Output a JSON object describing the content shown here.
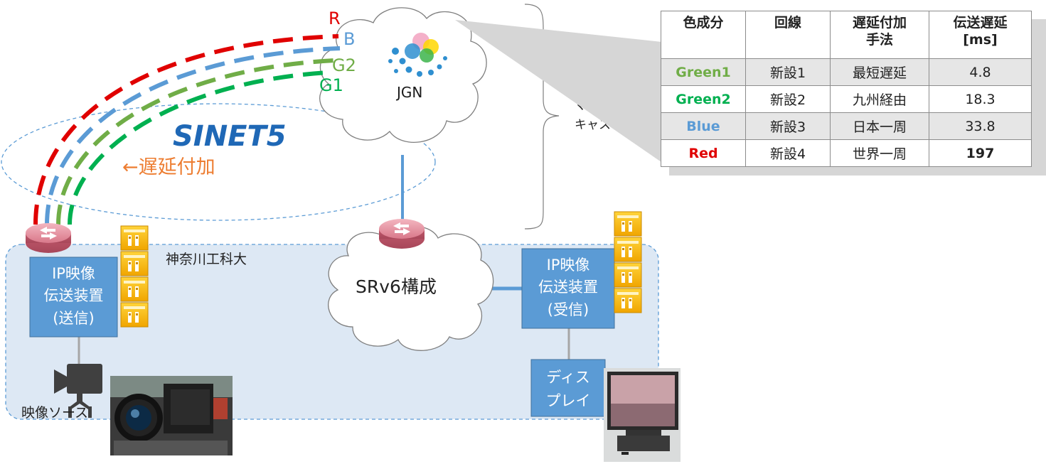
{
  "arc_labels": {
    "r": "R",
    "b": "B",
    "g2": "G2",
    "g1": "G1"
  },
  "colors": {
    "red": "#e00000",
    "blue": "#5b9bd5",
    "green_light": "#70ad47",
    "green": "#00b050",
    "box_fill": "#5b9bd5",
    "region_fill": "#dde8f4",
    "delay_text": "#ed7d31"
  },
  "jgn": {
    "label": "JGN"
  },
  "sinet": {
    "logo_text": "SINET5"
  },
  "delay_label": "←遅延付加",
  "multicast": {
    "line1": "マルチ",
    "line2": "キャスト網"
  },
  "region": {
    "label": "神奈川工科大"
  },
  "sender": {
    "line1": "IP映像",
    "line2": "伝送装置",
    "line3": "(送信)"
  },
  "receiver": {
    "line1": "IP映像",
    "line2": "伝送装置",
    "line3": "(受信)"
  },
  "srv6": {
    "label": "SRv6構成"
  },
  "display": {
    "line1": "ディス",
    "line2": "プレイ"
  },
  "source": {
    "label": "映像ソース"
  },
  "table": {
    "headers": [
      "色成分",
      "回線",
      "遅延付加手法",
      "伝送遅延[ms]"
    ],
    "header_lines": [
      [
        "色成分"
      ],
      [
        "回線"
      ],
      [
        "遅延付加",
        "手法"
      ],
      [
        "伝送遅延",
        "[ms]"
      ]
    ],
    "rows": [
      {
        "color": "Green1",
        "line": "新設1",
        "method": "最短遅延",
        "delay": "4.8"
      },
      {
        "color": "Green2",
        "line": "新設2",
        "method": "九州経由",
        "delay": "18.3"
      },
      {
        "color": "Blue",
        "line": "新設3",
        "method": "日本一周",
        "delay": "33.8"
      },
      {
        "color": "Red",
        "line": "新設4",
        "method": "世界一周",
        "delay": "197"
      }
    ]
  }
}
